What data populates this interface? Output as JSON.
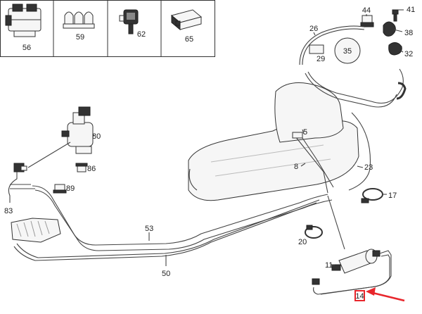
{
  "diagram": {
    "accent_color": "#e8262c",
    "highlighted_part": "14",
    "inset_boxes": [
      {
        "label": "56",
        "icon": "valve-block-icon"
      },
      {
        "label": "59",
        "icon": "clip-strip-icon"
      },
      {
        "label": "62",
        "icon": "bracket-clip-icon"
      },
      {
        "label": "65",
        "icon": "connector-block-icon"
      }
    ],
    "callouts": {
      "p44": "44",
      "p41": "41",
      "p38": "38",
      "p32": "32",
      "p26": "26",
      "p35": "35",
      "p29": "29",
      "p80": "80",
      "p86": "86",
      "p89": "89",
      "p83": "83",
      "p5": "5",
      "p8": "8",
      "p23": "23",
      "p17": "17",
      "p53": "53",
      "p50": "50",
      "p20": "20",
      "p11": "11",
      "p14": "14"
    }
  }
}
